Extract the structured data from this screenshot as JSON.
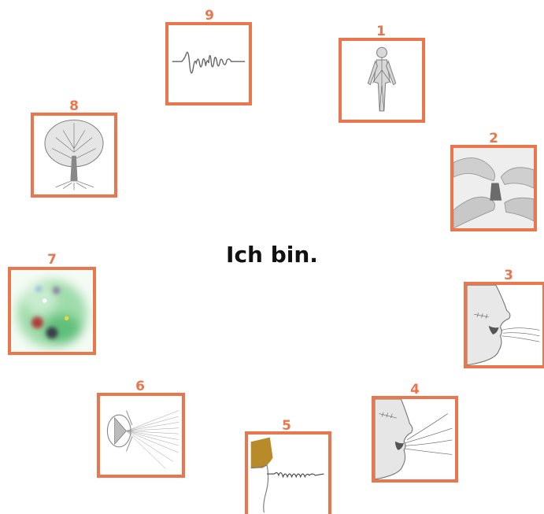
{
  "center_text": "Ich bin.",
  "accent_color": "#e9764d",
  "cards": [
    {
      "number": "1",
      "image": "nervous-system-figure"
    },
    {
      "number": "2",
      "image": "fingers-pinching-earplug"
    },
    {
      "number": "3",
      "image": "face-profile-speaking"
    },
    {
      "number": "4",
      "image": "face-profile-sound-waves"
    },
    {
      "number": "5",
      "image": "vocal-cord-waveform"
    },
    {
      "number": "6",
      "image": "light-beams-lens"
    },
    {
      "number": "7",
      "image": "blurry-green-colors"
    },
    {
      "number": "8",
      "image": "tree-with-roots"
    },
    {
      "number": "9",
      "image": "waveform-signal"
    }
  ]
}
